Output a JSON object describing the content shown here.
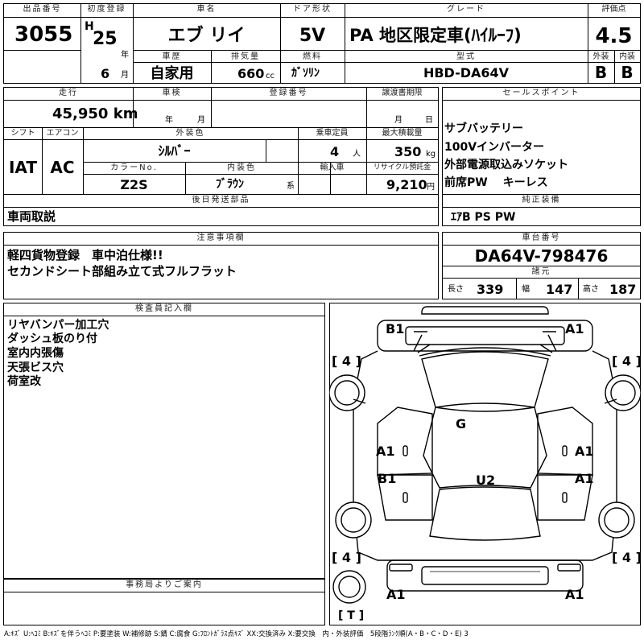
{
  "header": {
    "lot_label": "出品番号",
    "lot_no": "3055",
    "reg_label": "初度登録",
    "era": "H",
    "year": "25",
    "year_unit": "年",
    "month": "6",
    "month_unit": "月",
    "name_label": "車名",
    "name": "エブ リイ",
    "door_label": "ドア形状",
    "door": "5V",
    "grade_label": "グレード",
    "grade": "PA 地区限定車(ﾊｲﾙｰﾌ)",
    "score_label": "評価点",
    "score": "4.5",
    "history_label": "車歴",
    "history": "自家用",
    "cc_label": "排気量",
    "cc": "660",
    "cc_unit": "cc",
    "fuel_label": "燃料",
    "fuel": "ｶﾞｿﾘﾝ",
    "model_label": "型式",
    "model": "HBD-DA64V",
    "ext_label": "外装",
    "ext": "B",
    "int_label": "内装",
    "int": "B"
  },
  "row2": {
    "mileage_label": "走行",
    "mileage": "45,950 km",
    "inspect_label": "車検",
    "inspect_year": "年",
    "inspect_month": "月",
    "regno_label": "登録番号",
    "transfer_label": "譲渡書期限",
    "transfer_month": "月",
    "transfer_day": "日",
    "sales_label": "セールスポイント",
    "shift_label": "シフト",
    "shift": "IAT",
    "ac_label": "エアコン",
    "ac": "AC",
    "color_label": "外装色",
    "color": "ｼﾙﾊﾞｰ",
    "capacity_label": "乗車定員",
    "capacity": "4",
    "capacity_unit": "人",
    "load_label": "最大積載量",
    "load": "350",
    "load_unit": "kg",
    "colorno_label": "カラーNo.",
    "colorno": "Z2S",
    "intcolor_label": "内装色",
    "intcolor": "ﾌﾞﾗｳﾝ",
    "intcolor_unit": "系",
    "import_label": "輸入車",
    "recycle_label": "リサイクル預託金",
    "recycle": "9,210",
    "recycle_unit": "円",
    "sales_points": [
      "サブバッテリー",
      "100Vインバーター",
      "外部電源取込みソケット",
      "前席PW　 キーレス"
    ]
  },
  "parts": {
    "label": "後日発送部品",
    "value": "車両取説",
    "equip_label": "純正装備",
    "equip": "ｴｱB PS PW"
  },
  "notes": {
    "label": "注意事項欄",
    "lines": [
      "軽四貨物登録　車中泊仕様!!",
      "セカンドシート部組み立て式フルフラット"
    ],
    "chassis_label": "車台番号",
    "chassis": "DA64V-798476",
    "dims_label": "諸元",
    "len_label": "長さ",
    "len": "339",
    "wid_label": "幅",
    "wid": "147",
    "hgt_label": "高さ",
    "hgt": "187"
  },
  "inspector": {
    "label": "検査員記入欄",
    "lines": [
      "リヤバンパー加工穴",
      "ダッシュ板のり付",
      "室内内張傷",
      "天張ビス穴",
      "荷室改"
    ]
  },
  "diagram": {
    "marks": {
      "b1_top": "B1",
      "a1_top": "A1",
      "tire_fl": "[ 4 ]",
      "tire_fr": "[ 4 ]",
      "tire_rl": "[ 4 ]",
      "tire_rr": "[ 4 ]",
      "g": "G",
      "a1_left1": "A1",
      "a1_right1": "A1",
      "b1_left": "B1",
      "a1_right2": "A1",
      "u2": "U2",
      "a1_bl": "A1",
      "a1_br": "A1",
      "t": "[ T ]"
    }
  },
  "office": {
    "label": "事務局よりご案内"
  },
  "legend": "A:ｷｽﾞ U:ﾍｺﾐ B:ｷｽﾞを伴うﾍｺﾐ P:要塗装 W:補修跡 S:錆 C:腐食 G:ﾌﾛﾝﾄｶﾞﾗｽ点ｷｽﾞ XX:交換済み X:要交換　内・外装評価　5段階ﾗﾝｸ順(A・B・C・D・E) 3"
}
